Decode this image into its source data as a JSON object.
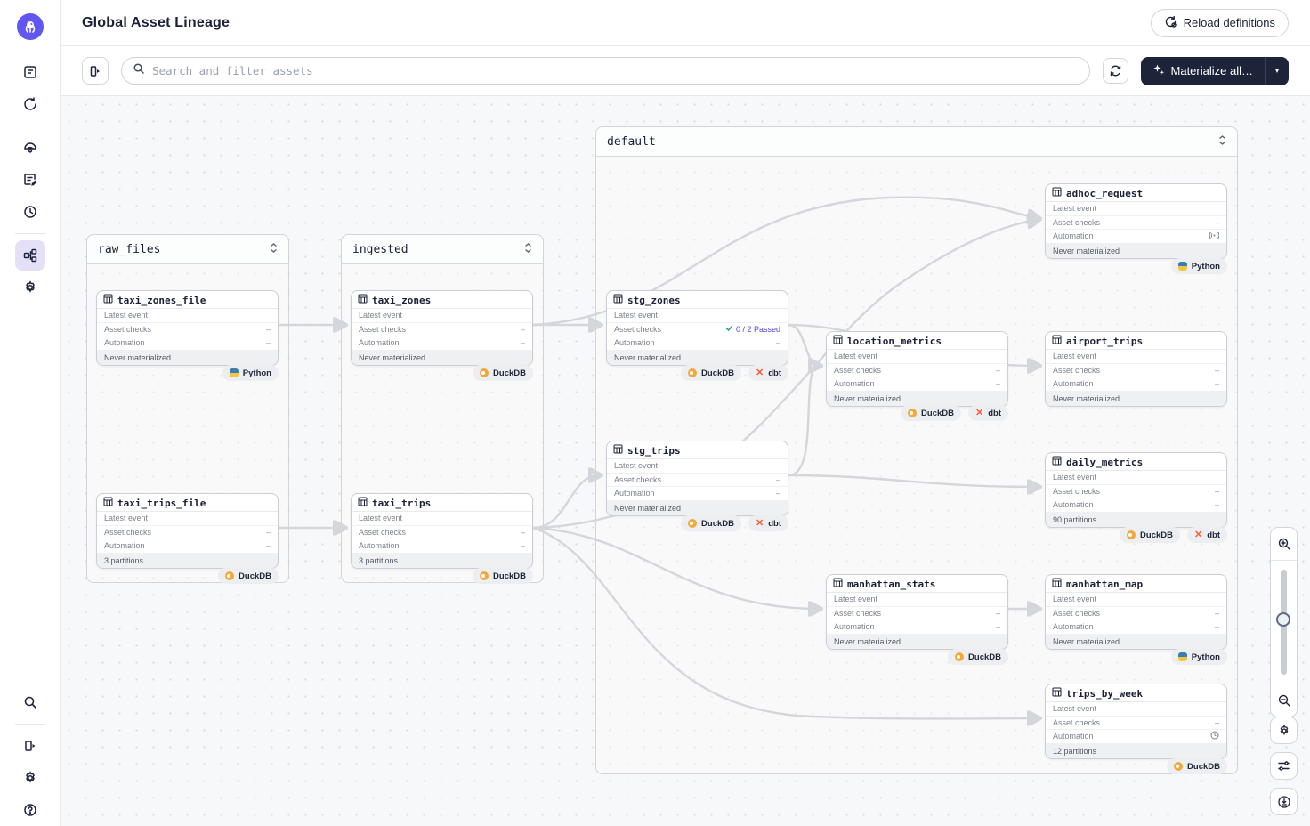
{
  "header": {
    "title": "Global Asset Lineage",
    "reload_button": "Reload definitions"
  },
  "toolbar": {
    "search_placeholder": "Search and filter assets",
    "materialize_button": "Materialize all…",
    "materialize_caret": "▾"
  },
  "row_labels": {
    "latest_event": "Latest event",
    "asset_checks": "Asset checks",
    "automation": "Automation"
  },
  "badge_labels": {
    "python": "Python",
    "duckdb": "DuckDB",
    "dbt": "dbt"
  },
  "groups": [
    {
      "name": "raw_files"
    },
    {
      "name": "ingested"
    },
    {
      "name": "default"
    }
  ],
  "assets": [
    {
      "name": "taxi_zones_file",
      "checks": "–",
      "automation": "–",
      "footer": "Never materialized",
      "badges": [
        "Python"
      ]
    },
    {
      "name": "taxi_trips_file",
      "checks": "–",
      "automation": "–",
      "footer": "3 partitions",
      "badges": [
        "DuckDB"
      ]
    },
    {
      "name": "taxi_zones",
      "checks": "–",
      "automation": "–",
      "footer": "Never materialized",
      "badges": [
        "DuckDB"
      ]
    },
    {
      "name": "taxi_trips",
      "checks": "–",
      "automation": "–",
      "footer": "3 partitions",
      "badges": [
        "DuckDB"
      ]
    },
    {
      "name": "stg_zones",
      "checks": "0 / 2 Passed",
      "automation": "–",
      "footer": "Never materialized",
      "badges": [
        "DuckDB",
        "dbt"
      ]
    },
    {
      "name": "stg_trips",
      "checks": "–",
      "automation": "–",
      "footer": "Never materialized",
      "badges": [
        "DuckDB",
        "dbt"
      ]
    },
    {
      "name": "location_metrics",
      "checks": "–",
      "automation": "–",
      "footer": "Never materialized",
      "badges": [
        "DuckDB",
        "dbt"
      ]
    },
    {
      "name": "manhattan_stats",
      "checks": "–",
      "automation": "–",
      "footer": "Never materialized",
      "badges": [
        "DuckDB"
      ]
    },
    {
      "name": "adhoc_request",
      "checks": "–",
      "automation": "",
      "footer": "Never materialized",
      "badges": [
        "Python"
      ]
    },
    {
      "name": "airport_trips",
      "checks": "–",
      "automation": "–",
      "footer": "Never materialized",
      "badges": []
    },
    {
      "name": "daily_metrics",
      "checks": "–",
      "automation": "–",
      "footer": "90 partitions",
      "badges": [
        "DuckDB",
        "dbt"
      ]
    },
    {
      "name": "manhattan_map",
      "checks": "–",
      "automation": "–",
      "footer": "Never materialized",
      "badges": [
        "Python"
      ]
    },
    {
      "name": "trips_by_week",
      "checks": "–",
      "automation": "",
      "footer": "12 partitions",
      "badges": [
        "DuckDB"
      ]
    }
  ],
  "colors": {
    "accent": "#5045dd",
    "success_green": "#1fa871",
    "duckdb_yellow": "#f2a93b",
    "dbt_orange": "#ff5c35",
    "dark_button": "#1d2439",
    "sidebar_active": "#e4e0f8",
    "edge": "#d4d6db"
  }
}
